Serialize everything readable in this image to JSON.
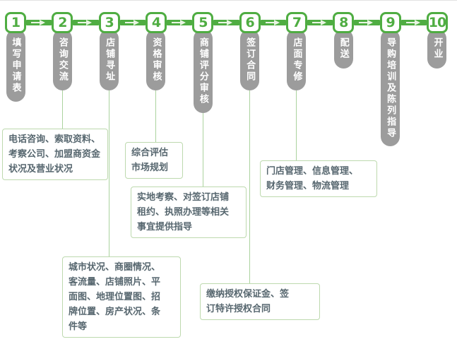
{
  "diagram_type": "process-flow",
  "colors": {
    "green": "#4fad42",
    "arrow_fill": "#e9f4e3",
    "light_line": "#abd39e",
    "note_border": "#bdd9ae",
    "note_text": "#57676f",
    "capsule_bg": "#9c9c9c",
    "capsule_text": "#ffffff",
    "background": "#ffffff"
  },
  "icons": {
    "connector_arrow": "arrow-right-icon"
  },
  "steps": [
    {
      "number": "1",
      "label": "填写申请表"
    },
    {
      "number": "2",
      "label": "咨询交流",
      "note": "电话咨询、索取资料、\n考察公司、加盟商资金\n状况及营业状况"
    },
    {
      "number": "3",
      "label": "店铺寻址",
      "note": "城市状况、商圈情况、\n客流量、店铺照片、平\n面图、地理位置图、招\n牌位置、房产状况、条\n件等"
    },
    {
      "number": "4",
      "label": "资格审核",
      "note": "综合评估\n市场规划"
    },
    {
      "number": "5",
      "label": "商铺评分审核",
      "note": "实地考察、对签订店铺\n租约、执照办理等相关\n事宜提供指导"
    },
    {
      "number": "6",
      "label": "签订合同",
      "note": "缴纳授权保证金、签\n订特许授权合同"
    },
    {
      "number": "7",
      "label": "店面专修",
      "note": "门店管理、信息管理、\n财务管理、物流管理"
    },
    {
      "number": "8",
      "label": "配送"
    },
    {
      "number": "9",
      "label": "导购培训及陈列指导"
    },
    {
      "number": "10",
      "label": "开业"
    }
  ]
}
